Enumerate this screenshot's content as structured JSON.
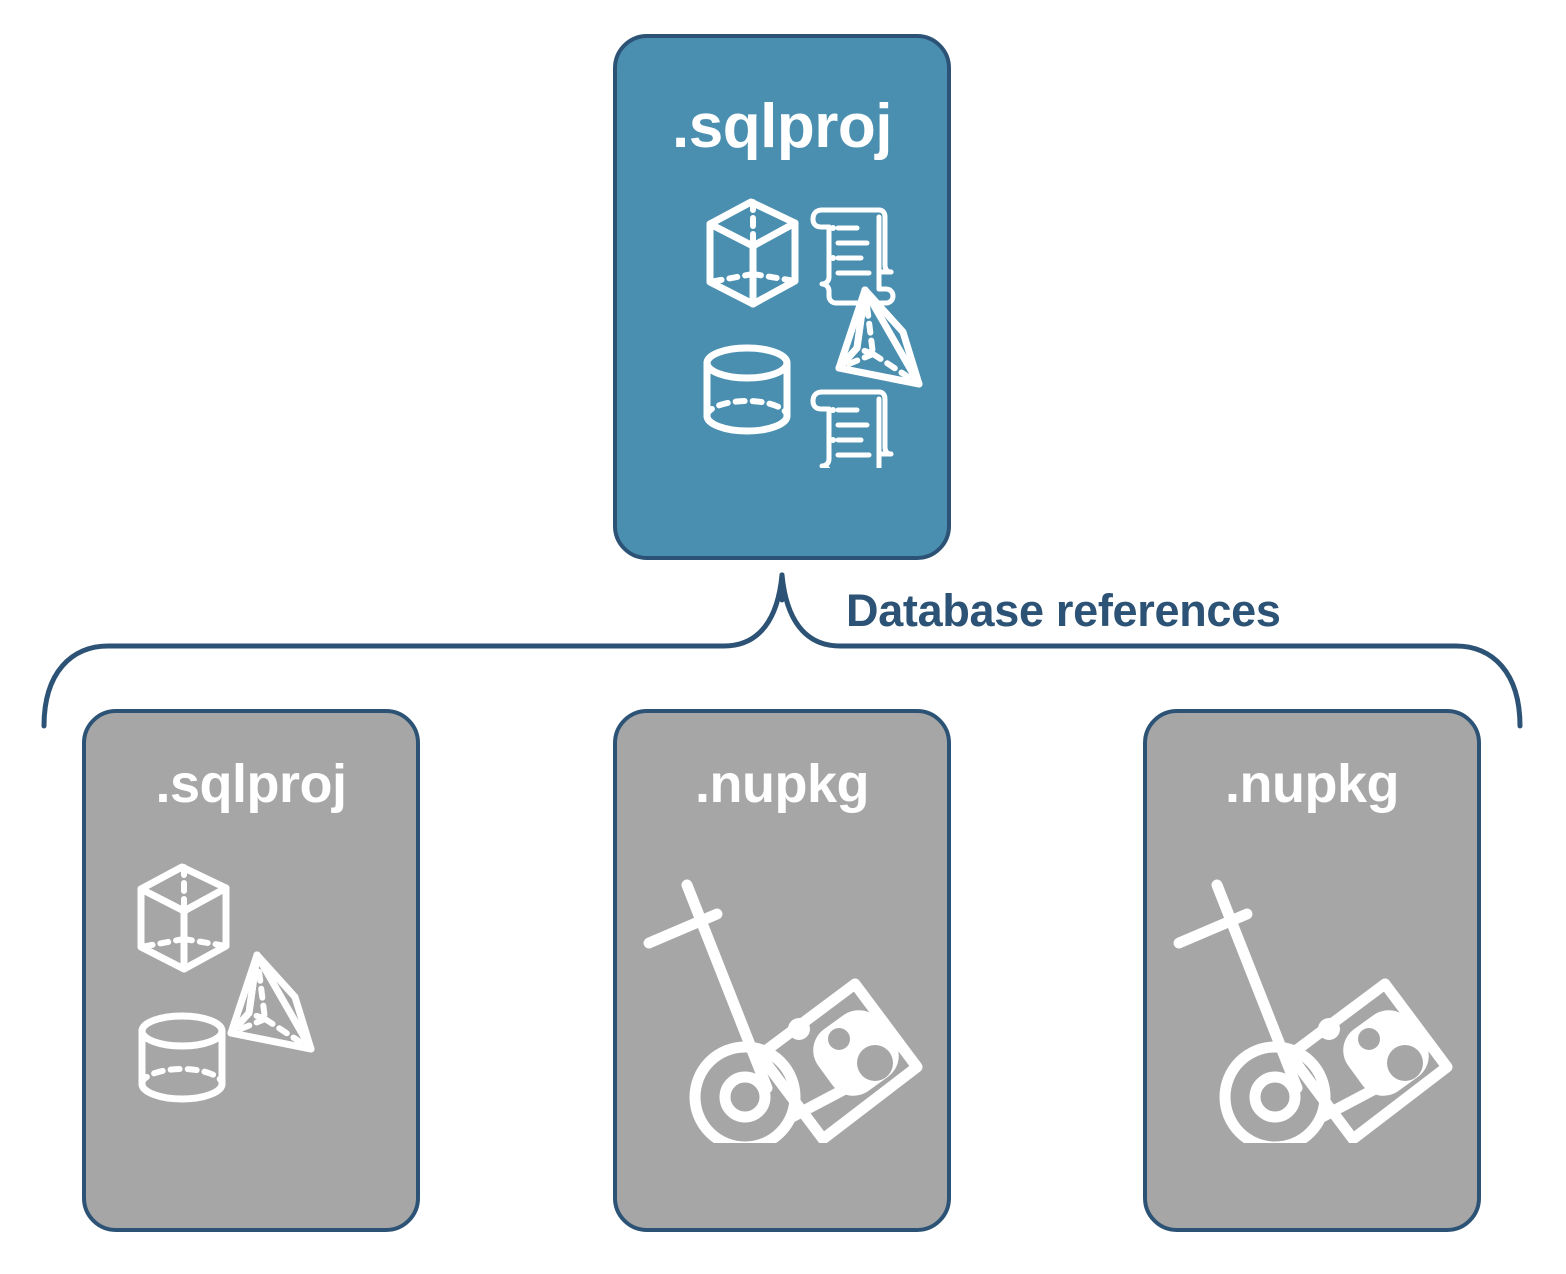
{
  "diagram": {
    "title": "Database references",
    "connector_label": "Database references",
    "colors": {
      "primary_card_fill": "#4a8fb0",
      "secondary_card_fill": "#a6a6a6",
      "card_border": "#2c5375",
      "label_text": "#2c5375",
      "icon_stroke": "#ffffff",
      "background": "#ffffff"
    },
    "root": {
      "label": ".sqlproj",
      "kind": "sql-project",
      "icons": [
        "cube-icon",
        "scroll-icon",
        "pyramid-icon",
        "cylinder-icon",
        "scroll-icon"
      ]
    },
    "references": [
      {
        "label": ".sqlproj",
        "kind": "sql-project",
        "icons": [
          "cube-icon",
          "pyramid-icon",
          "cylinder-icon"
        ]
      },
      {
        "label": ".nupkg",
        "kind": "nuget-package",
        "icons": [
          "nuget-hand-truck-icon"
        ]
      },
      {
        "label": ".nupkg",
        "kind": "nuget-package",
        "icons": [
          "nuget-hand-truck-icon"
        ]
      }
    ]
  }
}
